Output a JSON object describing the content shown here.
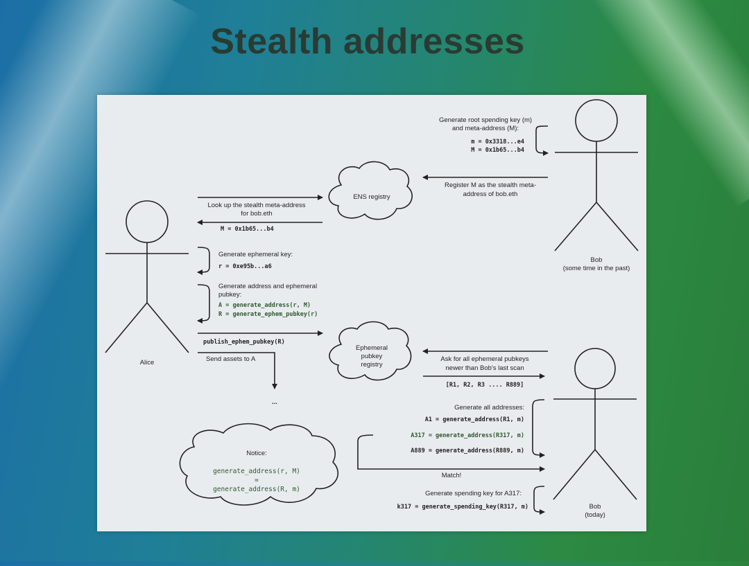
{
  "slide": {
    "title": "Stealth addresses"
  },
  "diagram": {
    "bob_past": {
      "step_root_line1": "Generate root spending key (m)",
      "step_root_line2": "and meta-address (M):",
      "m_value": "m = 0x3318...e4",
      "M_value": "M = 0x1b65...b4",
      "register_line1": "Register M as the stealth meta-",
      "register_line2": "address of bob.eth",
      "label_line1": "Bob",
      "label_line2": "(some time in the past)"
    },
    "ens_registry": "ENS registry",
    "alice": {
      "lookup_line1": "Look up the stealth meta-address",
      "lookup_line2": "for bob.eth",
      "lookup_result": "M = 0x1b65...b4",
      "gen_key_label": "Generate ephemeral key:",
      "r_value": "r = 0xe95b...a6",
      "gen_addr_line1": "Generate address and ephemeral",
      "gen_addr_line2": "pubkey:",
      "A_formula": "A = generate_address(r, M)",
      "R_formula": "R = generate_ephem_pubkey(r)",
      "publish": "publish_ephem_pubkey(R)",
      "send": "Send assets to A",
      "ellipsis": "...",
      "label": "Alice"
    },
    "ephemeral_registry": {
      "line1": "Ephemeral",
      "line2": "pubkey",
      "line3": "registry"
    },
    "bob_today": {
      "ask_line1": "Ask for all ephemeral pubkeys",
      "ask_line2": "newer than Bob's last scan",
      "response": "[R1, R2, R3 .... R889]",
      "gen_all": "Generate all addresses:",
      "a1": "A1 = generate_address(R1, m)",
      "a317": "A317 = generate_address(R317, m)",
      "a889": "A889 = generate_address(R889, m)",
      "match": "Match!",
      "gen_spend": "Generate spending key for A317:",
      "k317": "k317 = generate_spending_key(R317, m)",
      "label_line1": "Bob",
      "label_line2": "(today)"
    },
    "notice": {
      "title": "Notice:",
      "line1": "generate_address(r, M)",
      "eq": "=",
      "line2": "generate_address(R, m)"
    }
  },
  "colors": {
    "panel_bg": "#e9ecef",
    "ink": "#222222",
    "code_green": "#2f5a2f",
    "title_text": "#2a3b33"
  }
}
